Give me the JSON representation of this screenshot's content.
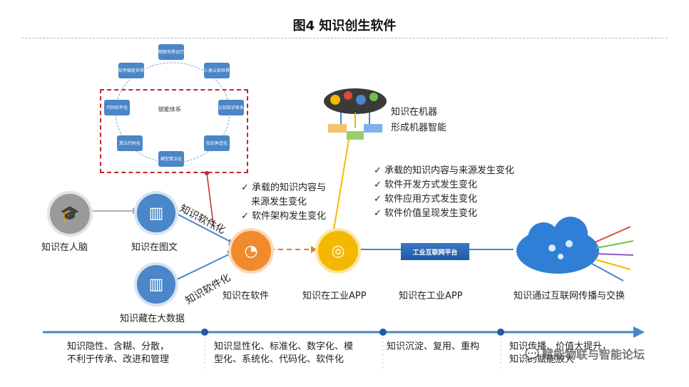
{
  "title": "图4 知识创生软件",
  "nodes": {
    "brain": "知识在人脑",
    "text": "知识在图文",
    "bigdata": "知识藏在大数据",
    "software": "知识在软件",
    "app1": "知识在工业APP",
    "app2": "知识在工业APP",
    "internet": "知识通过互联网传播与交换",
    "machine_line1": "知识在机器",
    "machine_line2": "形成机器智能",
    "platform": "工业互联网平台"
  },
  "edge_labels": {
    "upper": "知识软件化",
    "lower": "知识软件化"
  },
  "bullets_left": [
    "承载的知识内容与",
    "来源发生变化",
    "软件架构发生变化"
  ],
  "bullets_right": [
    "承载的知识内容与来源发生变化",
    "软件开发方式发生变化",
    "软件应用方式发生变化",
    "软件价值呈现发生变化"
  ],
  "cycle": {
    "center": "赋能体系",
    "boxes": [
      "物联世界运行",
      "人类认知世界",
      "认知知识体系",
      "知识再造化",
      "模型算法化",
      "算法代码化",
      "代码软件化",
      "软件赋能世界"
    ]
  },
  "timeline": [
    [
      "知识隐性、含糊、分散，",
      "不利于传承、改进和管理"
    ],
    [
      "知识显性化、标准化、数字化、模",
      "型化、系统化、代码化、软件化"
    ],
    [
      "知识沉淀、复用、重构"
    ],
    [
      "知识传播、价值大提升，",
      "知识的赋能放大"
    ]
  ],
  "watermark": "赋能物联与智能论坛",
  "colors": {
    "blue": "#4a86c8",
    "orange": "#f08a2c",
    "yellow": "#f5b800",
    "gray": "#9a9a9a",
    "red": "#c0282d",
    "timeline": "#4a86c8"
  }
}
